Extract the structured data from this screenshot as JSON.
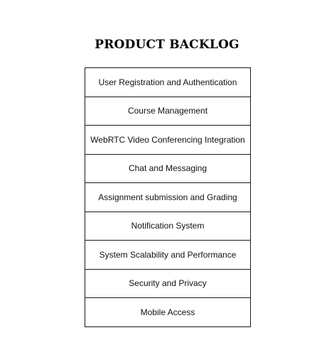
{
  "title": "PRODUCT BACKLOG",
  "items": [
    "User Registration and Authentication",
    "Course Management",
    "WebRTC Video Conferencing Integration",
    "Chat and Messaging",
    "Assignment submission and Grading",
    "Notification System",
    "System Scalability and Performance",
    "Security and Privacy",
    "Mobile Access"
  ]
}
